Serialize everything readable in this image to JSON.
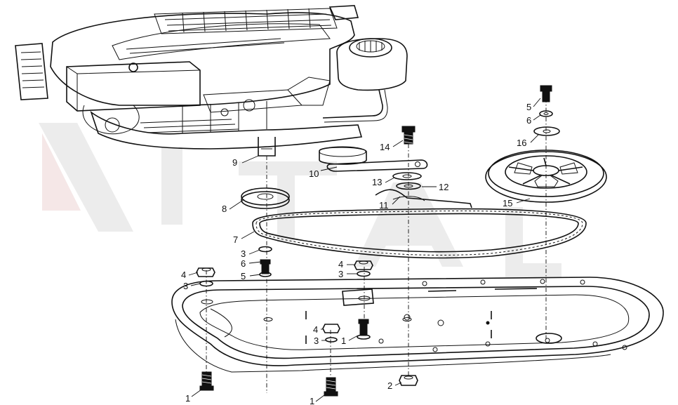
{
  "callouts": [
    {
      "id": "c1a",
      "label": "1"
    },
    {
      "id": "c1b",
      "label": "1"
    },
    {
      "id": "c1c",
      "label": "1"
    },
    {
      "id": "c2",
      "label": "2"
    },
    {
      "id": "c3a",
      "label": "3"
    },
    {
      "id": "c3b",
      "label": "3"
    },
    {
      "id": "c3c",
      "label": "3"
    },
    {
      "id": "c3d",
      "label": "3"
    },
    {
      "id": "c4a",
      "label": "4"
    },
    {
      "id": "c4b",
      "label": "4"
    },
    {
      "id": "c4c",
      "label": "4"
    },
    {
      "id": "c5a",
      "label": "5"
    },
    {
      "id": "c5b",
      "label": "5"
    },
    {
      "id": "c6a",
      "label": "6"
    },
    {
      "id": "c6b",
      "label": "6"
    },
    {
      "id": "c7",
      "label": "7"
    },
    {
      "id": "c8",
      "label": "8"
    },
    {
      "id": "c9",
      "label": "9"
    },
    {
      "id": "c10",
      "label": "10"
    },
    {
      "id": "c11",
      "label": "11"
    },
    {
      "id": "c12",
      "label": "12"
    },
    {
      "id": "c13",
      "label": "13"
    },
    {
      "id": "c14",
      "label": "14"
    },
    {
      "id": "c15",
      "label": "15"
    },
    {
      "id": "c16",
      "label": "16"
    }
  ],
  "colors": {
    "line": "#111111",
    "watermark": "#c8c8c8",
    "watermark_accent": "#d9a0a0",
    "background": "#ffffff"
  }
}
